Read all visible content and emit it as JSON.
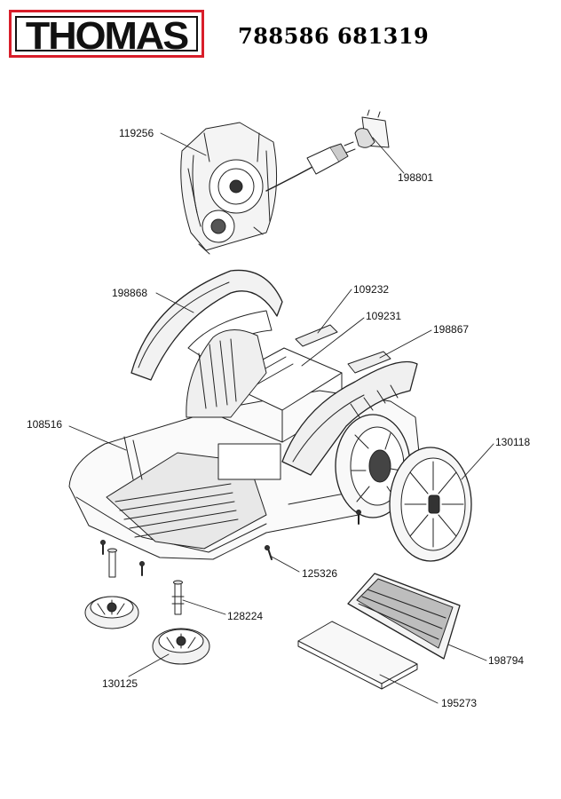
{
  "header": {
    "brand": "THOMAS",
    "title": "788586 681319",
    "brand_color": "#d81e2a"
  },
  "parts": [
    {
      "id": "p119256",
      "label": "119256"
    },
    {
      "id": "p198801",
      "label": "198801"
    },
    {
      "id": "p198868",
      "label": "198868"
    },
    {
      "id": "p109232",
      "label": "109232"
    },
    {
      "id": "p109231",
      "label": "109231"
    },
    {
      "id": "p198867",
      "label": "198867"
    },
    {
      "id": "p108516",
      "label": "108516"
    },
    {
      "id": "p130118",
      "label": "130118"
    },
    {
      "id": "p125326",
      "label": "125326"
    },
    {
      "id": "p128224",
      "label": "128224"
    },
    {
      "id": "p198794",
      "label": "198794"
    },
    {
      "id": "p130125",
      "label": "130125"
    },
    {
      "id": "p195273",
      "label": "195273"
    }
  ]
}
